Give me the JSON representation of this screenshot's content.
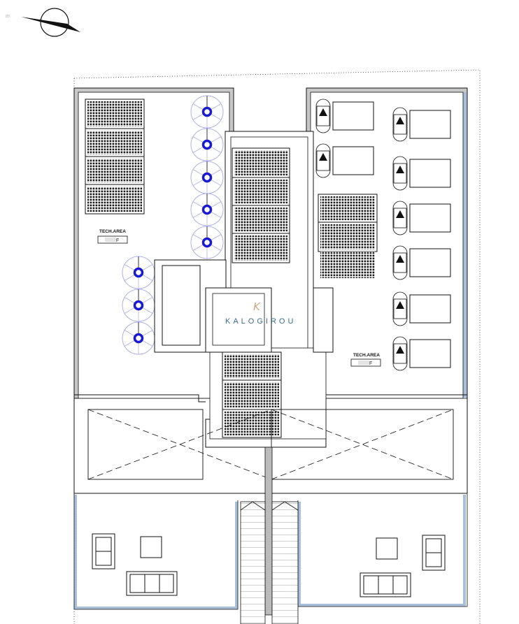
{
  "drawing": {
    "north_tag": "m",
    "brand_monogram": "K",
    "brand_name": "KALOGIROU",
    "tech_area_left": {
      "label": "TECH.AREA",
      "roof_code": "F"
    },
    "tech_area_right": {
      "label": "TECH.AREA",
      "roof_code": "F"
    }
  },
  "colors": {
    "line": "#111111",
    "wall_fill": "#c8c8c8",
    "wall_blue": "#a9bfd9",
    "tank_blue": "#1a1ad0",
    "tank_rays": "#b0b0e8",
    "brand": "#3d6b8e",
    "monogram": "#c8a882"
  },
  "legend_icons": [
    "north-arrow-icon",
    "solar-panel-icon",
    "water-tank-icon",
    "ac-unit-icon",
    "sofa-icon",
    "armchair-icon",
    "coffee-table-icon"
  ]
}
